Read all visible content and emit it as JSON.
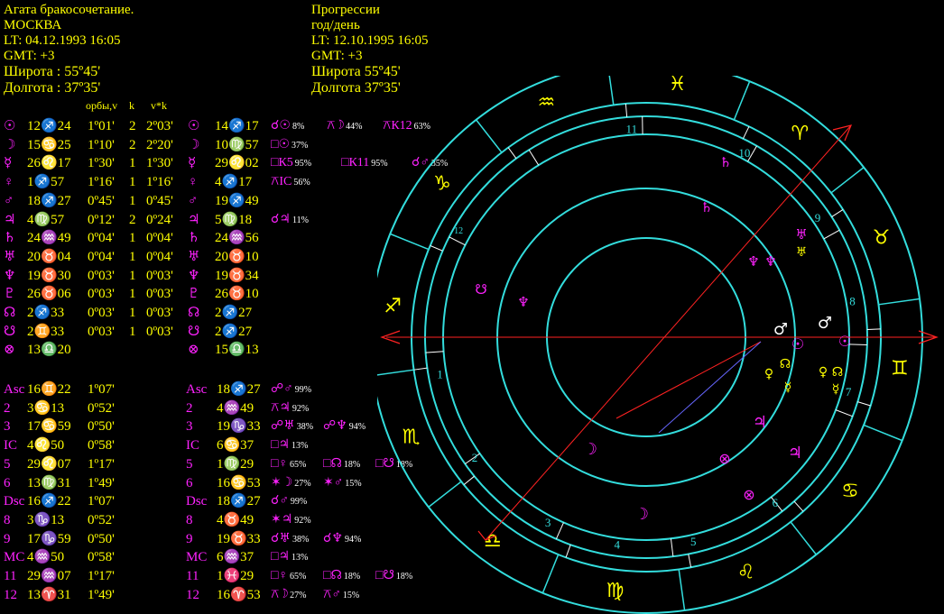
{
  "colors": {
    "background": "#000000",
    "text": "#ffff00",
    "glyph": "#ff22ff",
    "ring": "#33dddd",
    "axis": "#ff2222",
    "white": "#ffffff"
  },
  "header_left": [
    "Агата бракосочетание.",
    "МОСКВА",
    "LT: 04.12.1993  16:05",
    "GMT: +3",
    "Широта :       55º45'",
    "Долгота :       37º35'"
  ],
  "header_right": [
    "Прогрессии",
    "год/день",
    "LT: 12.10.1995  16:05",
    "GMT: +3",
    "Широта          55º45'",
    "Долгота         37º35'"
  ],
  "column_headers": [
    "орбы,v",
    "k",
    "v*k"
  ],
  "planets": [
    {
      "g": "☉",
      "pos": "12♐24",
      "orb": "1º01'",
      "k": "2",
      "vk": "2º03'",
      "pg": "☉",
      "ppos": "14♐17",
      "aspects": [
        {
          "s": "☌☉",
          "p": "8%"
        },
        {
          "s": "⚻☽",
          "p": "44%"
        },
        {
          "s": "⚻К12",
          "p": "63%"
        }
      ]
    },
    {
      "g": "☽",
      "pos": "15♋25",
      "orb": "1º10'",
      "k": "2",
      "vk": "2º20'",
      "pg": "☽",
      "ppos": "10♍57",
      "aspects": [
        {
          "s": "□☉",
          "p": "37%"
        }
      ]
    },
    {
      "g": "☿",
      "pos": "26♌17",
      "orb": "1º30'",
      "k": "1",
      "vk": "1º30'",
      "pg": "☿",
      "ppos": "29♌02",
      "aspects": [
        {
          "s": "□К5",
          "p": "95%"
        },
        {
          "s": "□К11",
          "p": "95%"
        },
        {
          "s": "☌♂",
          "p": "35%"
        }
      ]
    },
    {
      "g": "♀",
      "pos": "1♐57",
      "orb": "1º16'",
      "k": "1",
      "vk": "1º16'",
      "pg": "♀",
      "ppos": "4♐17",
      "aspects": [
        {
          "s": "⚻IC",
          "p": "56%"
        }
      ]
    },
    {
      "g": "♂",
      "pos": "18♐27",
      "orb": "0º45'",
      "k": "1",
      "vk": "0º45'",
      "pg": "♂",
      "ppos": "19♐49",
      "aspects": []
    },
    {
      "g": "♃",
      "pos": "4♍57",
      "orb": "0º12'",
      "k": "2",
      "vk": "0º24'",
      "pg": "♃",
      "ppos": "5♍18",
      "aspects": [
        {
          "s": "☌♃",
          "p": "11%"
        }
      ]
    },
    {
      "g": "♄",
      "pos": "24♒49",
      "orb": "0º04'",
      "k": "1",
      "vk": "0º04'",
      "pg": "♄",
      "ppos": "24♒56",
      "aspects": []
    },
    {
      "g": "♅",
      "pos": "20♉04",
      "orb": "0º04'",
      "k": "1",
      "vk": "0º04'",
      "pg": "♅",
      "ppos": "20♉10",
      "aspects": []
    },
    {
      "g": "♆",
      "pos": "19♉30",
      "orb": "0º03'",
      "k": "1",
      "vk": "0º03'",
      "pg": "♆",
      "ppos": "19♉34",
      "aspects": []
    },
    {
      "g": "♇",
      "pos": "26♉06",
      "orb": "0º03'",
      "k": "1",
      "vk": "0º03'",
      "pg": "♇",
      "ppos": "26♉10",
      "aspects": []
    },
    {
      "g": "☊",
      "pos": "2♐33",
      "orb": "0º03'",
      "k": "1",
      "vk": "0º03'",
      "pg": "☊",
      "ppos": "2♐27",
      "aspects": []
    },
    {
      "g": "☋",
      "pos": "2♊33",
      "orb": "0º03'",
      "k": "1",
      "vk": "0º03'",
      "pg": "☋",
      "ppos": "2♐27",
      "aspects": []
    },
    {
      "g": "⊗",
      "pos": "13♎20",
      "orb": "",
      "k": "",
      "vk": "",
      "pg": "⊗",
      "ppos": "15♎13",
      "aspects": []
    }
  ],
  "houses": [
    {
      "lbl": "Asc",
      "pos": "16♊22",
      "orb": "1º07'",
      "plbl": "Asc",
      "ppos": "18♐27",
      "aspects": [
        {
          "s": "☍♂",
          "p": "99%"
        }
      ]
    },
    {
      "lbl": "2",
      "pos": "3♋13",
      "orb": "0º52'",
      "plbl": "2",
      "ppos": "4♒49",
      "aspects": [
        {
          "s": "⚻♃",
          "p": "92%"
        }
      ]
    },
    {
      "lbl": "3",
      "pos": "17♋59",
      "orb": "0º50'",
      "plbl": "3",
      "ppos": "19♑33",
      "aspects": [
        {
          "s": "☍♅",
          "p": "38%"
        },
        {
          "s": "☍♆",
          "p": "94%"
        }
      ]
    },
    {
      "lbl": "IC",
      "pos": "4♌50",
      "orb": "0º58'",
      "plbl": "IC",
      "ppos": "6♋37",
      "aspects": [
        {
          "s": "□♃",
          "p": "13%"
        }
      ]
    },
    {
      "lbl": "5",
      "pos": "29♌07",
      "orb": "1º17'",
      "plbl": "5",
      "ppos": "1♍29",
      "aspects": [
        {
          "s": "□♀",
          "p": "65%"
        },
        {
          "s": "□☊",
          "p": "18%"
        },
        {
          "s": "□☋",
          "p": "18%"
        }
      ]
    },
    {
      "lbl": "6",
      "pos": "13♍31",
      "orb": "1º49'",
      "plbl": "6",
      "ppos": "16♋53",
      "aspects": [
        {
          "s": "✶☽",
          "p": "27%"
        },
        {
          "s": "✶♂",
          "p": "15%"
        }
      ]
    },
    {
      "lbl": "Dsc",
      "pos": "16♐22",
      "orb": "1º07'",
      "plbl": "Dsc",
      "ppos": "18♐27",
      "aspects": [
        {
          "s": "☌♂",
          "p": "99%"
        }
      ]
    },
    {
      "lbl": "8",
      "pos": "3♑13",
      "orb": "0º52'",
      "plbl": "8",
      "ppos": "4♉49",
      "aspects": [
        {
          "s": "✶♃",
          "p": "92%"
        }
      ]
    },
    {
      "lbl": "9",
      "pos": "17♑59",
      "orb": "0º50'",
      "plbl": "9",
      "ppos": "19♉33",
      "aspects": [
        {
          "s": "☌♅",
          "p": "38%"
        },
        {
          "s": "☌♆",
          "p": "94%"
        }
      ]
    },
    {
      "lbl": "MC",
      "pos": "4♒50",
      "orb": "0º58'",
      "plbl": "MC",
      "ppos": "6♒37",
      "aspects": [
        {
          "s": "□♃",
          "p": "13%"
        }
      ]
    },
    {
      "lbl": "11",
      "pos": "29♒07",
      "orb": "1º17'",
      "plbl": "11",
      "ppos": "1♓29",
      "aspects": [
        {
          "s": "□♀",
          "p": "65%"
        },
        {
          "s": "□☊",
          "p": "18%"
        },
        {
          "s": "□☋",
          "p": "18%"
        }
      ]
    },
    {
      "lbl": "12",
      "pos": "13♈31",
      "orb": "1º49'",
      "plbl": "12",
      "ppos": "16♈53",
      "aspects": [
        {
          "s": "⚻☽",
          "p": "27%"
        },
        {
          "s": "⚻♂",
          "p": "15%"
        }
      ]
    }
  ],
  "wheel": {
    "zodiac": [
      "♓",
      "♒",
      "♑",
      "♐",
      "♏",
      "♎",
      "♍",
      "♌",
      "♋",
      "♊",
      "♉",
      "♈"
    ],
    "house_numbers": [
      "1",
      "2",
      "3",
      "4",
      "5",
      "6",
      "7",
      "8",
      "9",
      "10",
      "11",
      "12"
    ],
    "planet_glyphs": [
      "♄",
      "♄",
      "♅",
      "♆",
      "♆",
      "♅",
      "☋",
      "♆",
      "♂",
      "♂",
      "☉",
      "☉",
      "♀",
      "☊",
      "♀",
      "☊",
      "♃",
      "♃",
      "☽",
      "☽",
      "⊗",
      "⊗",
      "☿",
      "☿"
    ]
  }
}
